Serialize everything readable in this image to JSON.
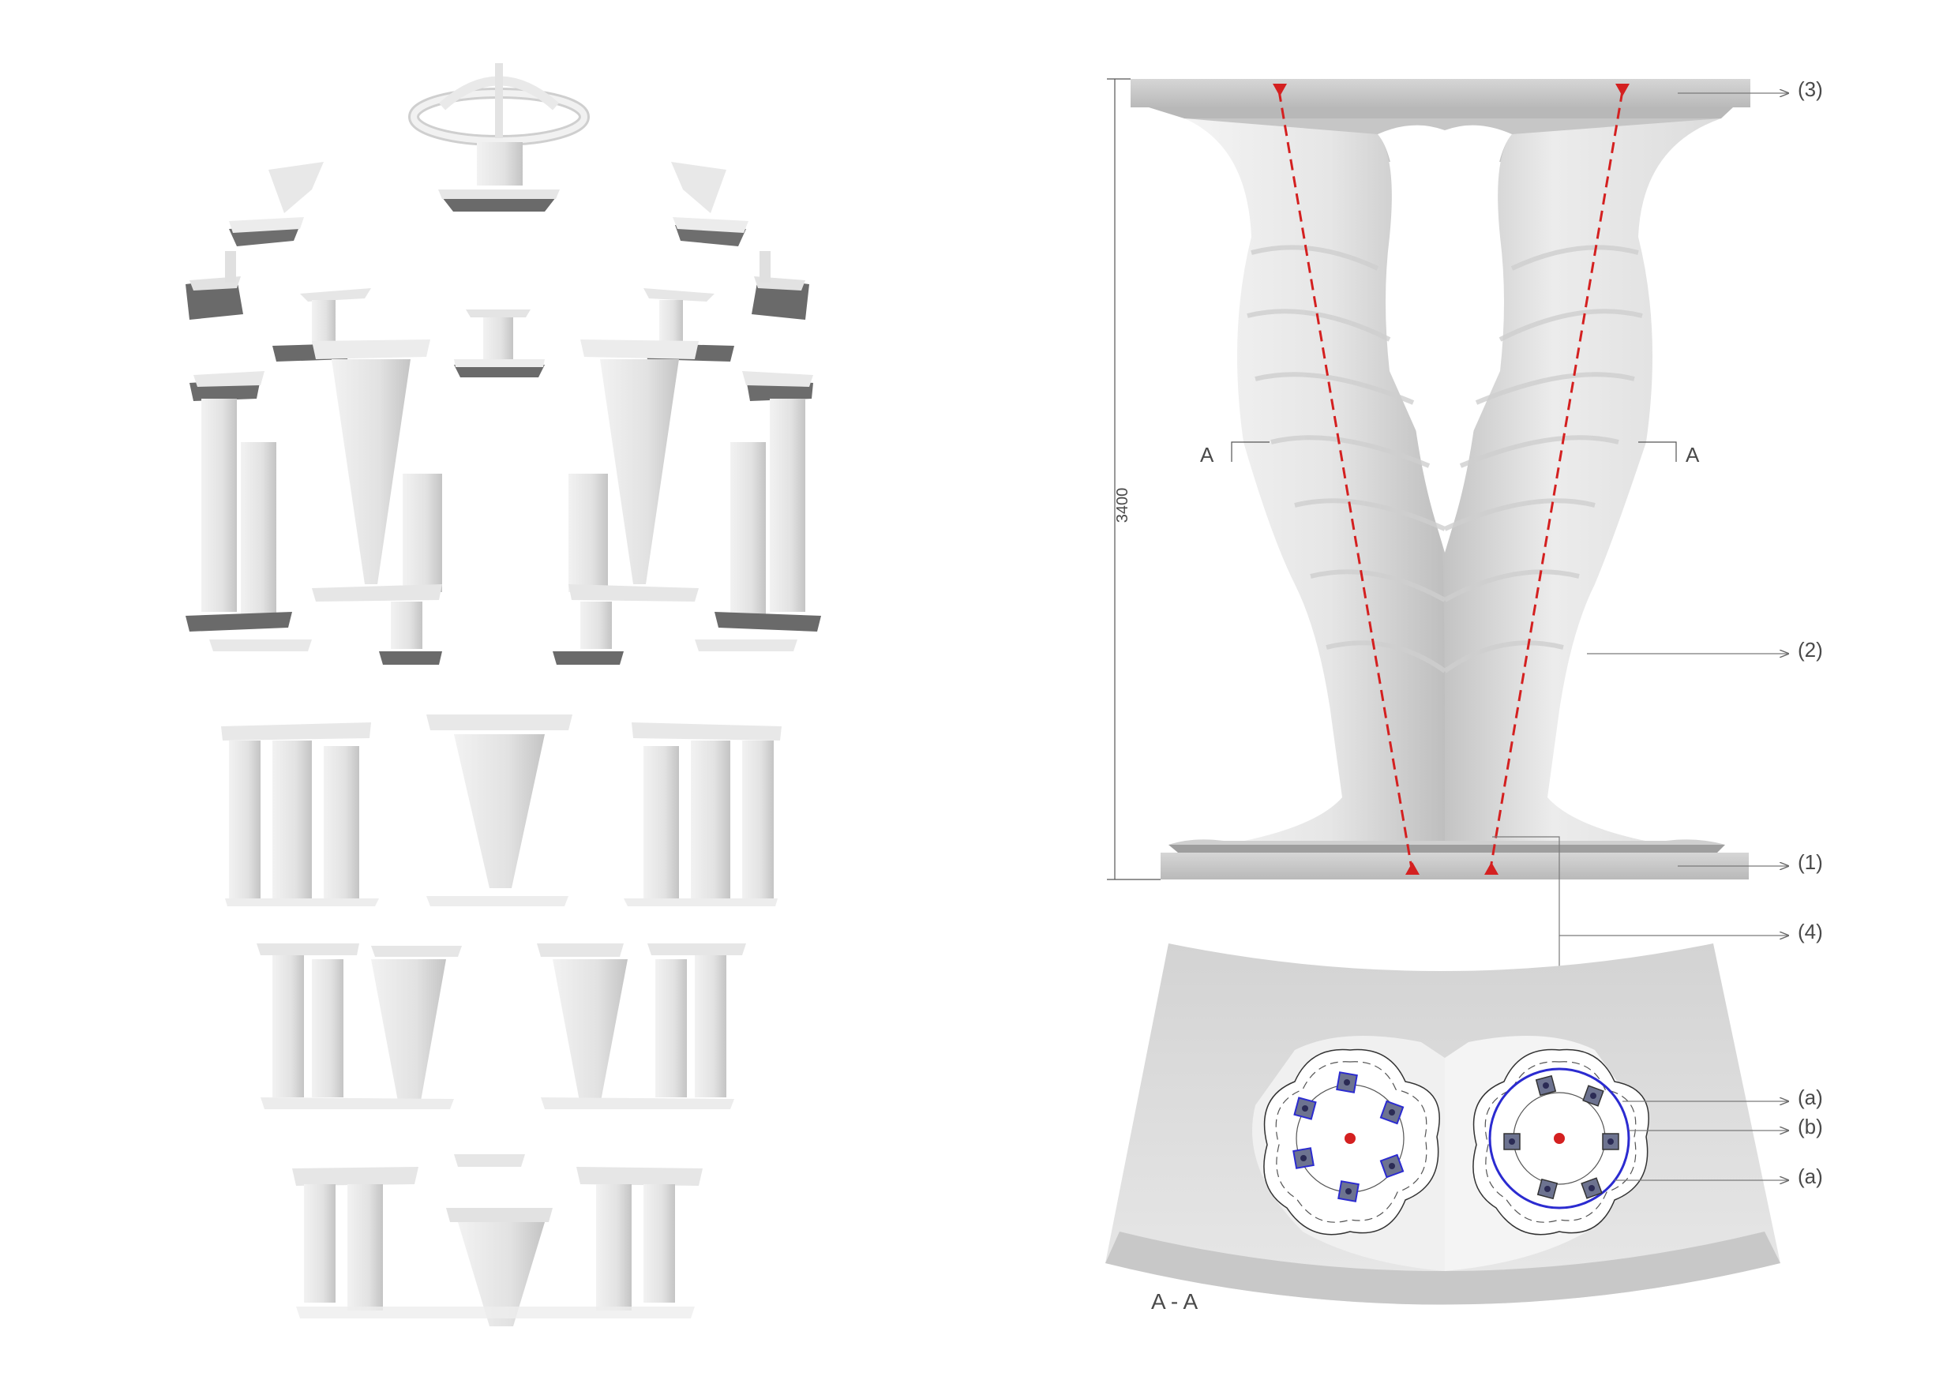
{
  "drawing": {
    "dimension": "3400",
    "section_marks": {
      "left": "A",
      "right": "A"
    },
    "callouts": {
      "top_plate": "(3)",
      "column": "(2)",
      "bottom_plate": "(1)",
      "section_detail": "(4)",
      "a_upper": "(a)",
      "b": "(b)",
      "a_lower": "(a)"
    },
    "section_title": "A - A"
  },
  "colors": {
    "background": "#ffffff",
    "column": "#e4e4e4",
    "plate": "#c9c9c9",
    "load_path": "#d42020",
    "reinforcement": "#2b2bd0",
    "leader": "#8a8a8a"
  }
}
